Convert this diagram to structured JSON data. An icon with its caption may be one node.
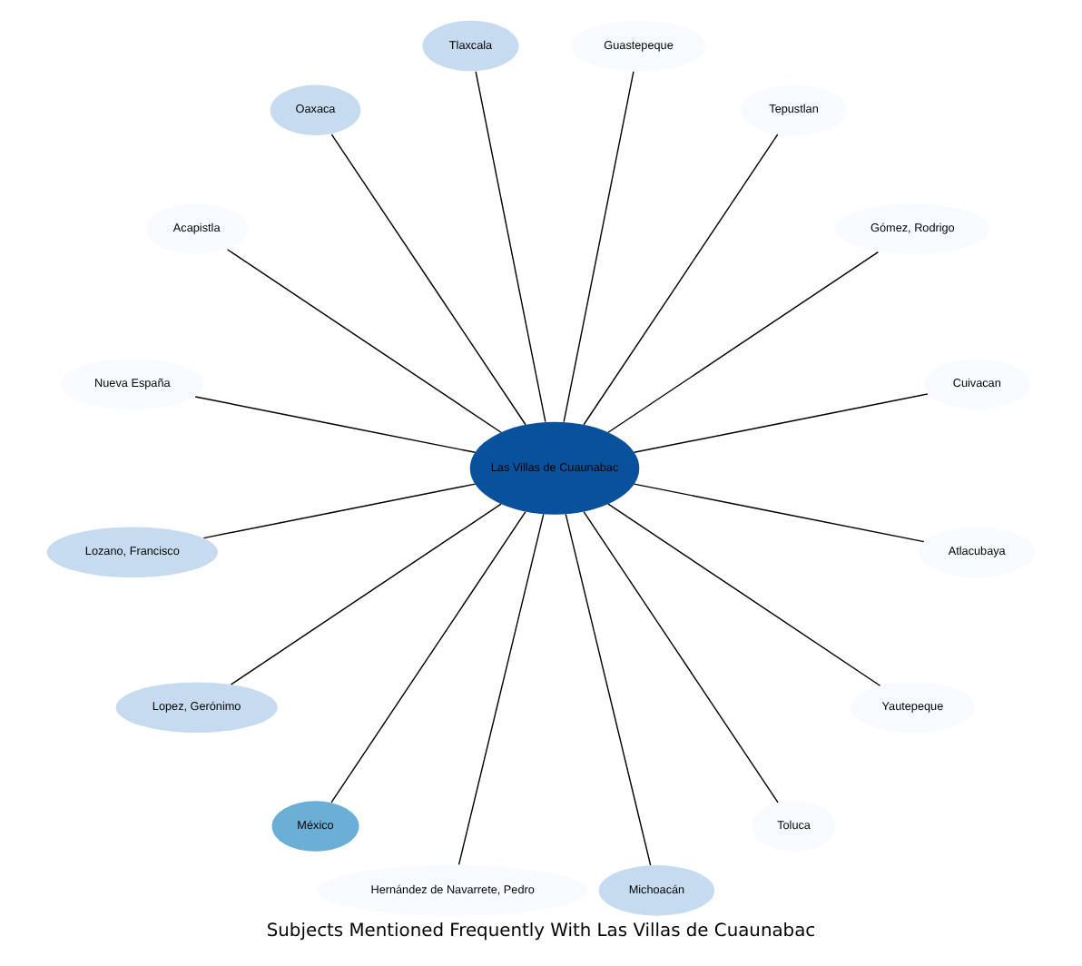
{
  "diagram": {
    "title": "Subjects Mentioned Frequently With Las Villas de Cuaunabac",
    "nodes": [
      {
        "text": [
          "Las Villas de Cuaunabac"
        ]
      },
      {
        "text": [
          "Cuivacan"
        ]
      },
      {
        "text": [
          "Gómez, Rodrigo"
        ]
      },
      {
        "text": [
          "Tepustlan"
        ]
      },
      {
        "text": [
          "Guastepeque"
        ]
      },
      {
        "text": [
          "Tlaxcala"
        ]
      },
      {
        "text": [
          "Oaxaca"
        ]
      },
      {
        "text": [
          "Acapistla"
        ]
      },
      {
        "text": [
          "Nueva España"
        ]
      },
      {
        "text": [
          "Lozano, Francisco"
        ]
      },
      {
        "text": [
          "Lopez, Gerónimo"
        ]
      },
      {
        "text": [
          "México"
        ]
      },
      {
        "text": [
          "Hernández de Navarrete, Pedro"
        ]
      },
      {
        "text": [
          "Michoacán"
        ]
      },
      {
        "text": [
          "Toluca"
        ]
      },
      {
        "text": [
          "Yautepeque"
        ]
      },
      {
        "text": [
          "Atlacubaya"
        ]
      }
    ],
    "edges": [
      {
        "from": 0,
        "to": 1,
        "arrow": "none"
      },
      {
        "from": 0,
        "to": 2,
        "arrow": "none"
      },
      {
        "from": 0,
        "to": 3,
        "arrow": "none"
      },
      {
        "from": 0,
        "to": 4,
        "arrow": "none"
      },
      {
        "from": 0,
        "to": 5,
        "arrow": "none"
      },
      {
        "from": 0,
        "to": 6,
        "arrow": "none"
      },
      {
        "from": 0,
        "to": 7,
        "arrow": "none"
      },
      {
        "from": 0,
        "to": 8,
        "arrow": "none"
      },
      {
        "from": 0,
        "to": 9,
        "arrow": "none"
      },
      {
        "from": 0,
        "to": 10,
        "arrow": "none"
      },
      {
        "from": 0,
        "to": 11,
        "arrow": "none"
      },
      {
        "from": 0,
        "to": 12,
        "arrow": "none"
      },
      {
        "from": 0,
        "to": 13,
        "arrow": "none"
      },
      {
        "from": 0,
        "to": 14,
        "arrow": "none"
      },
      {
        "from": 0,
        "to": 15,
        "arrow": "none"
      },
      {
        "from": 0,
        "to": 16,
        "arrow": "none"
      }
    ]
  }
}
